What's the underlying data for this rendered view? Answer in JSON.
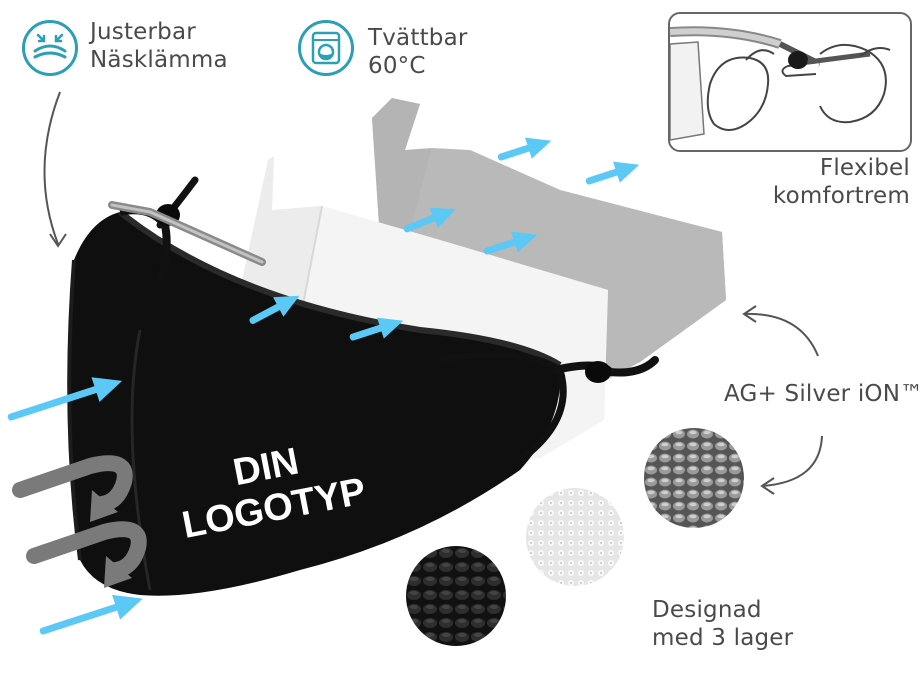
{
  "features": {
    "nose_clip": {
      "line1": "Justerbar",
      "line2": "Näsklämma",
      "icon": "nose-clip-icon"
    },
    "washable": {
      "line1": "Tvättbar",
      "line2": "60°C",
      "icon": "washing-machine-icon"
    },
    "strap": {
      "line1": "Flexibel",
      "line2": "komfortrem"
    },
    "silver": {
      "text": "AG+ Silver iON™"
    },
    "layers": {
      "line1": "Designad",
      "line2": "med 3 lager"
    }
  },
  "mask": {
    "logo_line1": "DIN",
    "logo_line2": "LOGOTYP"
  },
  "colors": {
    "accent": "#2b9fb6",
    "arrow_blue": "#5cc8f5",
    "arrow_gray": "#777777",
    "mask": "#0f0f0f"
  }
}
